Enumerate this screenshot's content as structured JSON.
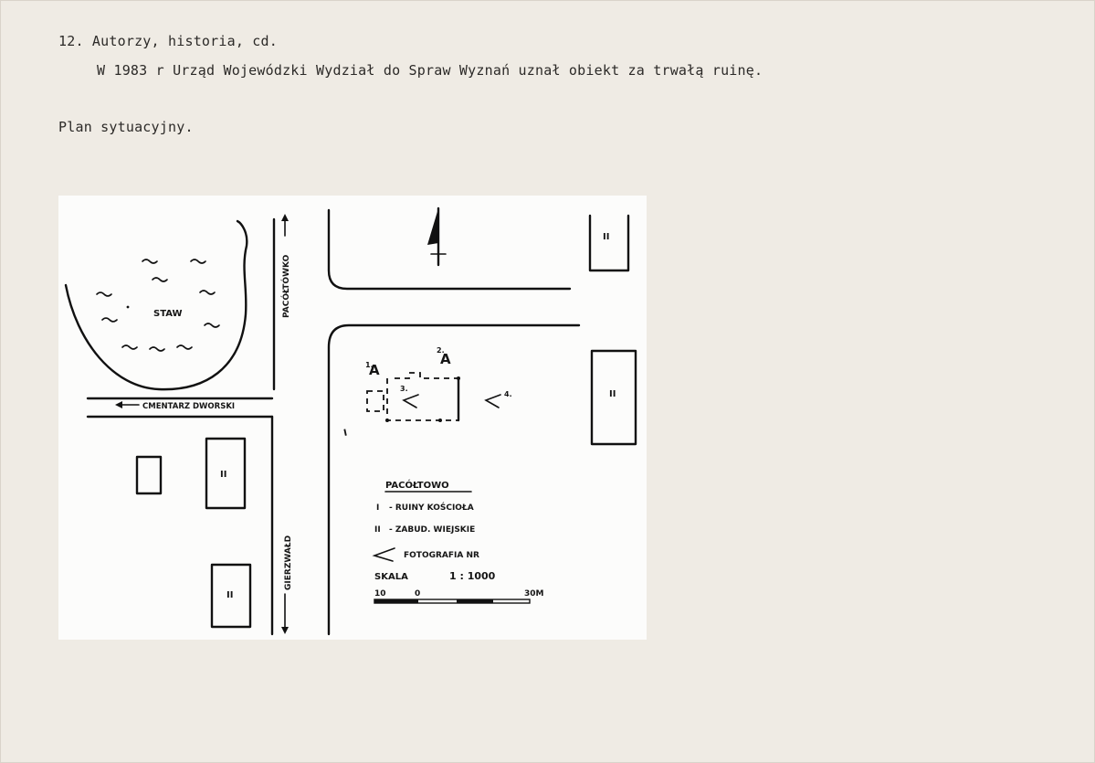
{
  "document": {
    "heading": "12. Autorzy, historia, cd.",
    "paragraph": "W 1983 r Urząd Wojewódzki Wydział do Spraw Wyznań uznał obiekt za trwałą ruinę.",
    "plan_label": "Plan sytuacyjny."
  },
  "plan": {
    "pond_label": "STAW",
    "road_north": "PACÓŁTÓWKO",
    "road_west": "CMENTARZ DWORSKI",
    "road_south": "GIERZWAŁD",
    "building_numeral": "II",
    "ruin_numeral": "I",
    "view_markers": [
      "1.",
      "2.",
      "3.",
      "4."
    ],
    "section_letter": "A",
    "legend": {
      "title": "PACÓŁTOWO",
      "item1_symbol": "I",
      "item1_text": "- RUINY KOŚCIOŁA",
      "item2_symbol": "II",
      "item2_text": "- ZABUD. WIEJSKIE",
      "item3_text": "FOTOGRAFIA NR",
      "scale_label": "SKALA",
      "scale_value": "1 : 1000",
      "scalebar_left": "10",
      "scalebar_zero": "0",
      "scalebar_right": "30M"
    }
  }
}
